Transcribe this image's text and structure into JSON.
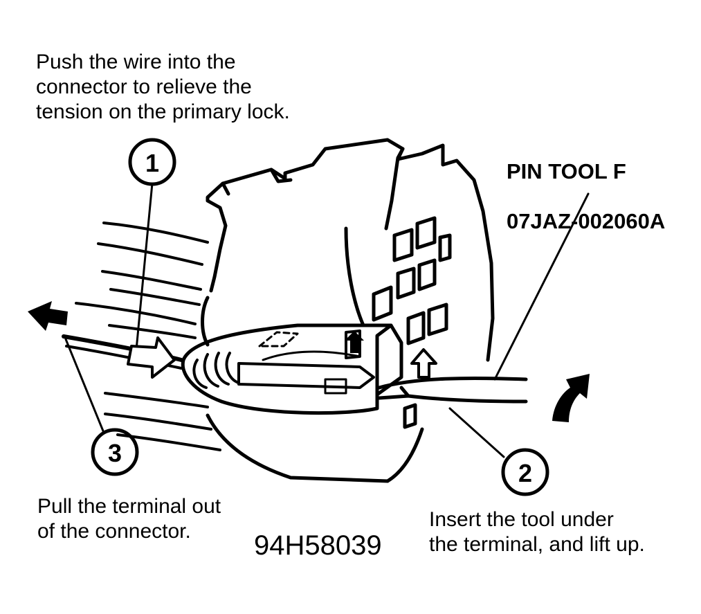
{
  "captions": {
    "step1": "Push the wire into the\nconnector to relieve the\ntension on the primary lock.",
    "step2": "Insert the tool under\nthe terminal, and lift up.",
    "step3": "Pull the terminal out\nof the connector."
  },
  "tool_label": {
    "name": "PIN TOOL F",
    "part_number": "07JAZ-002060A"
  },
  "figure_id": "94H58039",
  "callouts": {
    "one": "1",
    "two": "2",
    "three": "3"
  }
}
